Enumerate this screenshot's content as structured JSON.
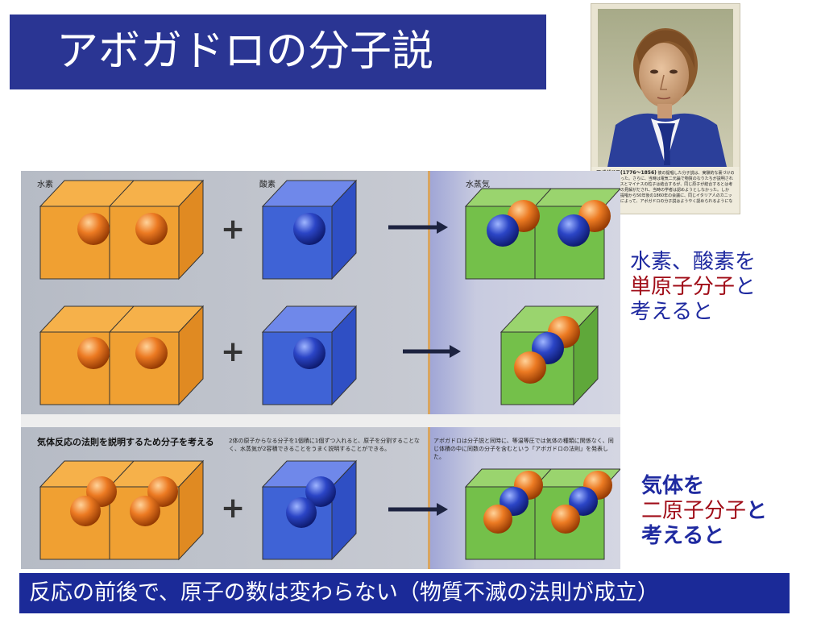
{
  "slide": {
    "title": "アボガドロの分子説"
  },
  "portrait": {
    "caption_name": "アボガドロ(1776〜1856)",
    "caption_text": "彼の提唱した分子説は、実験的な裏づけのないものであった。さらに、当時は電気二元論で物質のなりたちが説明されていて、プラスとマイナスの粒子は結合するが、同じ原子が結合するとは考えられないとの見解がだされ、当時の学者は認めようとしなかった。しかし、分子説の提唱から50年後の1860年の会議に、同じイタリア人のカニッツァロの論説によって、アボガドロの分子説はようやく認められるようになった。"
  },
  "figure": {
    "label_hydrogen": "水素",
    "label_oxygen": "酸素",
    "label_water_vapor": "水蒸気",
    "plus": "+",
    "section_heading": "気体反応の法則を説明するため分子を考える",
    "section_text_1": "2体の原子からなる分子を1個積に1個ずつ入れると、原子を分割することなく、水蒸気が2容積できることをうまく説明することができる。",
    "section_text_2": "アボガドロは分子説と同時に、等温等圧では気体の種類に関係なく、同じ体積の中に同数の分子を含むという「アボガドロの法則」を発表した。"
  },
  "notes": {
    "single": {
      "line1": "水素、酸素を",
      "line2_em": "単原子分子",
      "line2_rest": "と",
      "line3": "考えると"
    },
    "double": {
      "line1": "気体を",
      "line2_em": "二原子分子",
      "line2_rest": "と",
      "line3": "考えると"
    }
  },
  "footer": {
    "text": "反応の前後で、原子の数は変わらない（物質不滅の法則が成立）"
  },
  "colors": {
    "title_bg": "#2a3593",
    "footer_bg": "#1b2a98",
    "note_blue": "#1f2aa0",
    "note_red": "#a00d18",
    "hydrogen_box": "#f0a032",
    "oxygen_box": "#3f63d6",
    "vapor_box": "#74c04a"
  }
}
